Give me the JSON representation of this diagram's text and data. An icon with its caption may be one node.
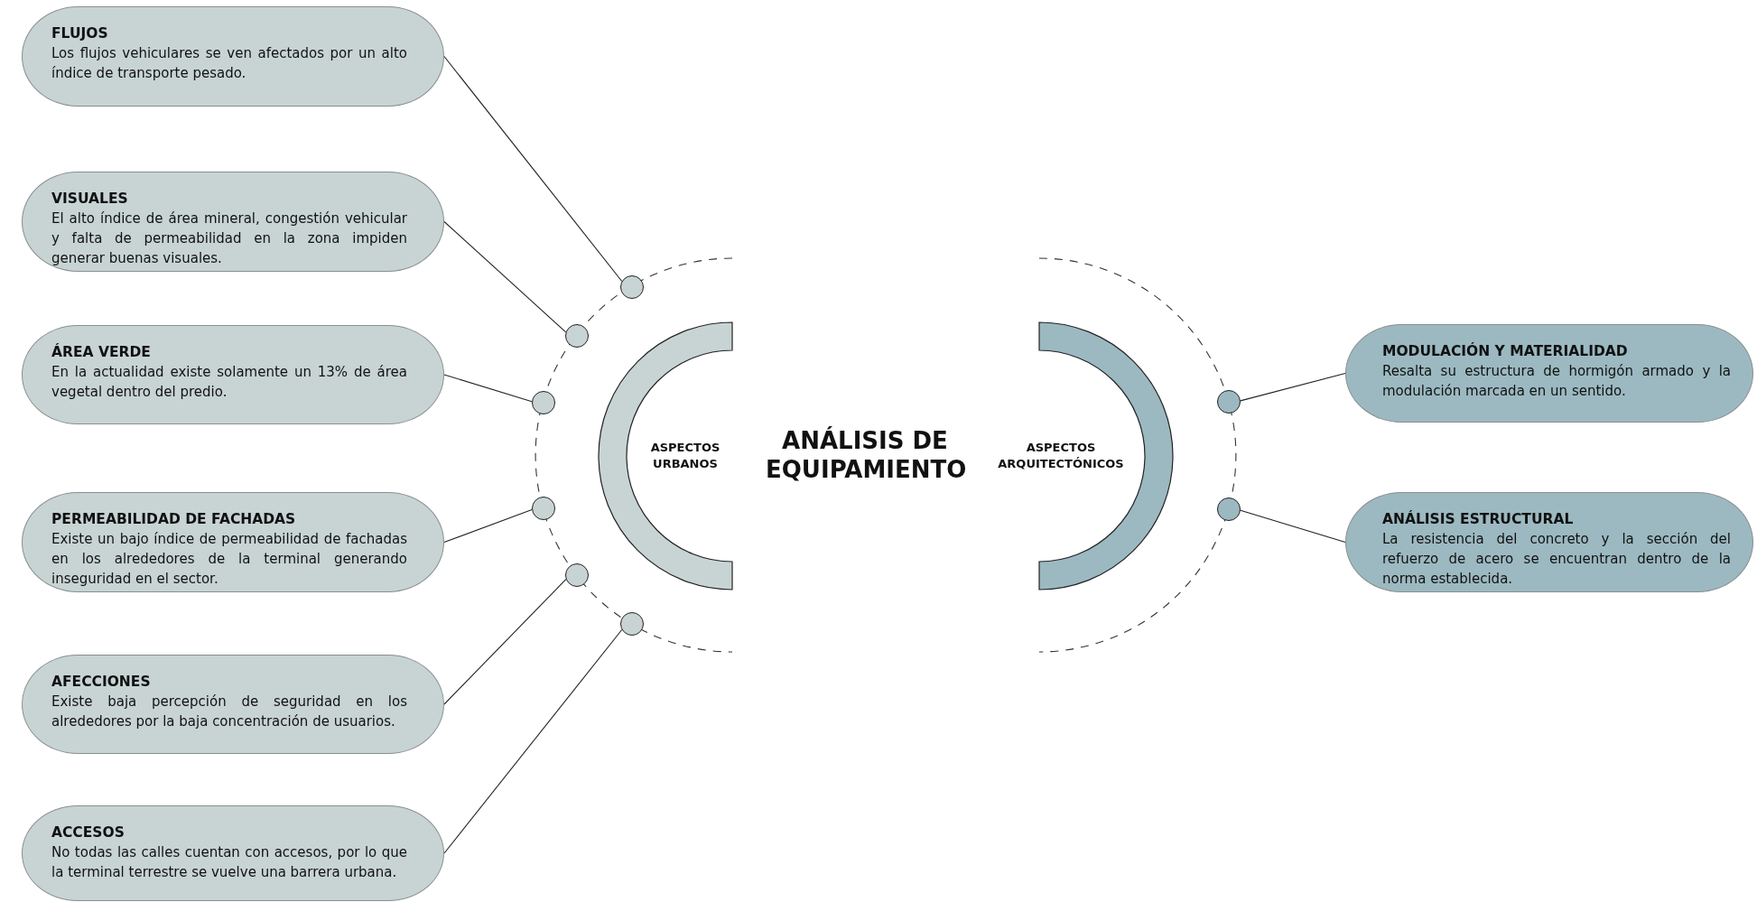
{
  "diagram": {
    "title": "ANÁLISIS DE EQUIPAMIENTO",
    "nodes": [
      {
        "text": [
          "ASPECTOS URBANOS"
        ]
      },
      {
        "text": [
          "ASPECTOS ARQUITECTÓNICOS"
        ]
      },
      {
        "text": [
          "FLUJOS",
          "Los flujos vehiculares se ven afectados por un alto índice de transporte pesado."
        ]
      },
      {
        "text": [
          "VISUALES",
          "El alto índice de área mineral, congestión vehicular y falta de permeabilidad en la zona impiden generar buenas visuales."
        ]
      },
      {
        "text": [
          "ÁREA VERDE",
          "En la actualidad existe solamente un 13% de área vegetal dentro del predio."
        ]
      },
      {
        "text": [
          "PERMEABILIDAD DE FACHADAS",
          "Existe un bajo índice de permeabilidad de fachadas en los alrededores de la terminal generando inseguridad en el sector."
        ]
      },
      {
        "text": [
          "AFECCIONES",
          "Existe baja percepción de seguridad en los alrededores por la baja concentración de usuarios."
        ]
      },
      {
        "text": [
          "ACCESOS",
          "No todas las calles cuentan con accesos, por lo que la terminal terrestre se vuelve una barrera urbana."
        ]
      },
      {
        "text": [
          "MODULACIÓN Y MATERIALIDAD",
          "Resalta su estructura de hormigón armado y la modulación marcada en un sentido."
        ]
      },
      {
        "text": [
          "ANÁLISIS ESTRUCTURAL",
          "La resistencia del concreto y la sección del refuerzo de acero se encuentran dentro de la norma establecida."
        ]
      },
      {
        "text": [],
        "shape": "circle"
      },
      {
        "text": [],
        "shape": "circle"
      },
      {
        "text": [],
        "shape": "circle"
      },
      {
        "text": [],
        "shape": "circle"
      },
      {
        "text": [],
        "shape": "circle"
      },
      {
        "text": [],
        "shape": "circle"
      },
      {
        "text": [],
        "shape": "circle"
      },
      {
        "text": [],
        "shape": "circle"
      }
    ],
    "edges": [
      {
        "from": 2,
        "to": 10,
        "arrow": "none"
      },
      {
        "from": 3,
        "to": 11,
        "arrow": "none"
      },
      {
        "from": 4,
        "to": 12,
        "arrow": "none"
      },
      {
        "from": 5,
        "to": 13,
        "arrow": "none"
      },
      {
        "from": 6,
        "to": 14,
        "arrow": "none"
      },
      {
        "from": 7,
        "to": 15,
        "arrow": "none"
      },
      {
        "from": 8,
        "to": 16,
        "arrow": "none"
      },
      {
        "from": 9,
        "to": 17,
        "arrow": "none"
      }
    ]
  }
}
